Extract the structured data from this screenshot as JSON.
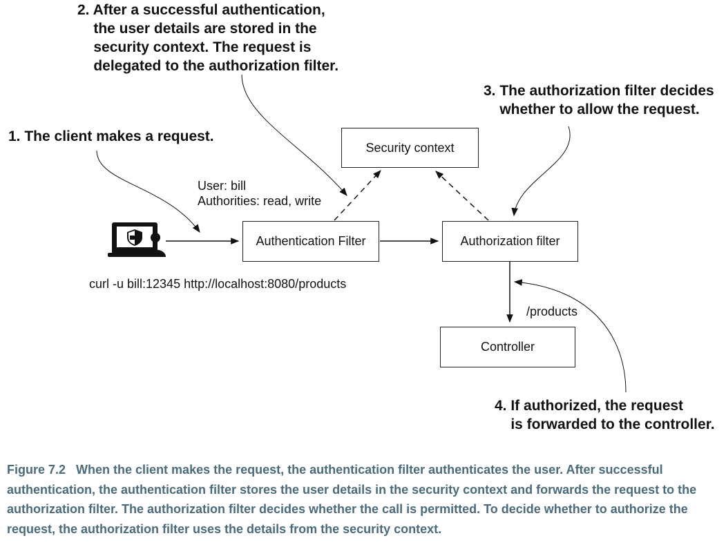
{
  "annotations": {
    "step1": "1. The client makes a request.",
    "step2": "2. After a successful authentication,\n    the user details are stored in the\n    security context. The request is\n    delegated to the authorization filter.",
    "step3": "3. The authorization filter decides\n    whether to allow the request.",
    "step4": "4. If authorized, the request\n    is forwarded to the controller."
  },
  "nodes": {
    "security_context": "Security context",
    "authentication_filter": "Authentication Filter",
    "authorization_filter": "Authorization filter",
    "controller": "Controller"
  },
  "labels": {
    "user": "User: bill",
    "authorities": "Authorities: read, write",
    "curl": "curl -u bill:12345 http://localhost:8080/products",
    "products_path": "/products"
  },
  "client_icon": "laptop-with-shield-and-user-icon",
  "caption": {
    "figure_label": "Figure 7.2",
    "text": "When the client makes the request, the authentication filter authenticates the user. After successful authentication, the authentication filter stores the user details in the security context and forwards the request to the authorization filter. The authorization filter decides whether the call is permitted. To decide whether to authorize the request, the authorization filter uses the details from the security context."
  }
}
